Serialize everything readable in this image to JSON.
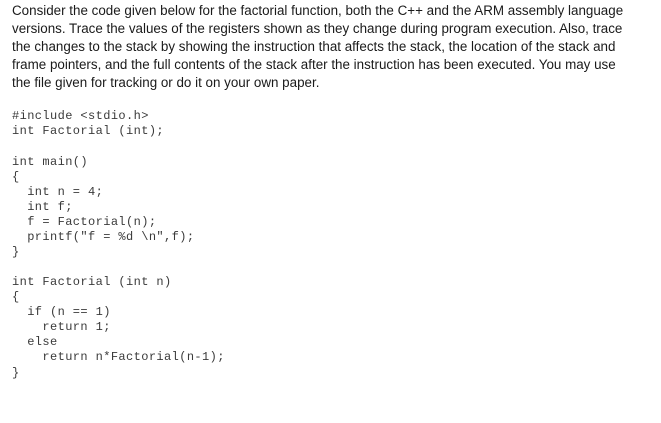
{
  "question": {
    "lines": [
      "Consider the code given below for  the factorial function, both the C++ and the ARM assembly language",
      "versions. Trace the values of the registers shown as they change during program execution. Also, trace",
      "the changes to the stack by showing the instruction that affects the stack, the location of the stack and",
      "frame pointers, and the full contents of the stack after the instruction has been executed. You may use",
      "the file given for tracking or do it on your own paper."
    ]
  },
  "code": {
    "lines": [
      "#include <stdio.h>",
      "int Factorial (int);",
      "int main()",
      "{",
      "  int n = 4;",
      "  int f;",
      "  f = Factorial(n);",
      "  printf(\"f = %d \\n\",f);",
      "}",
      "int Factorial (int n)",
      "{",
      "  if (n == 1)",
      "    return 1;",
      "  else",
      "    return n*Factorial(n-1);",
      "}"
    ]
  }
}
